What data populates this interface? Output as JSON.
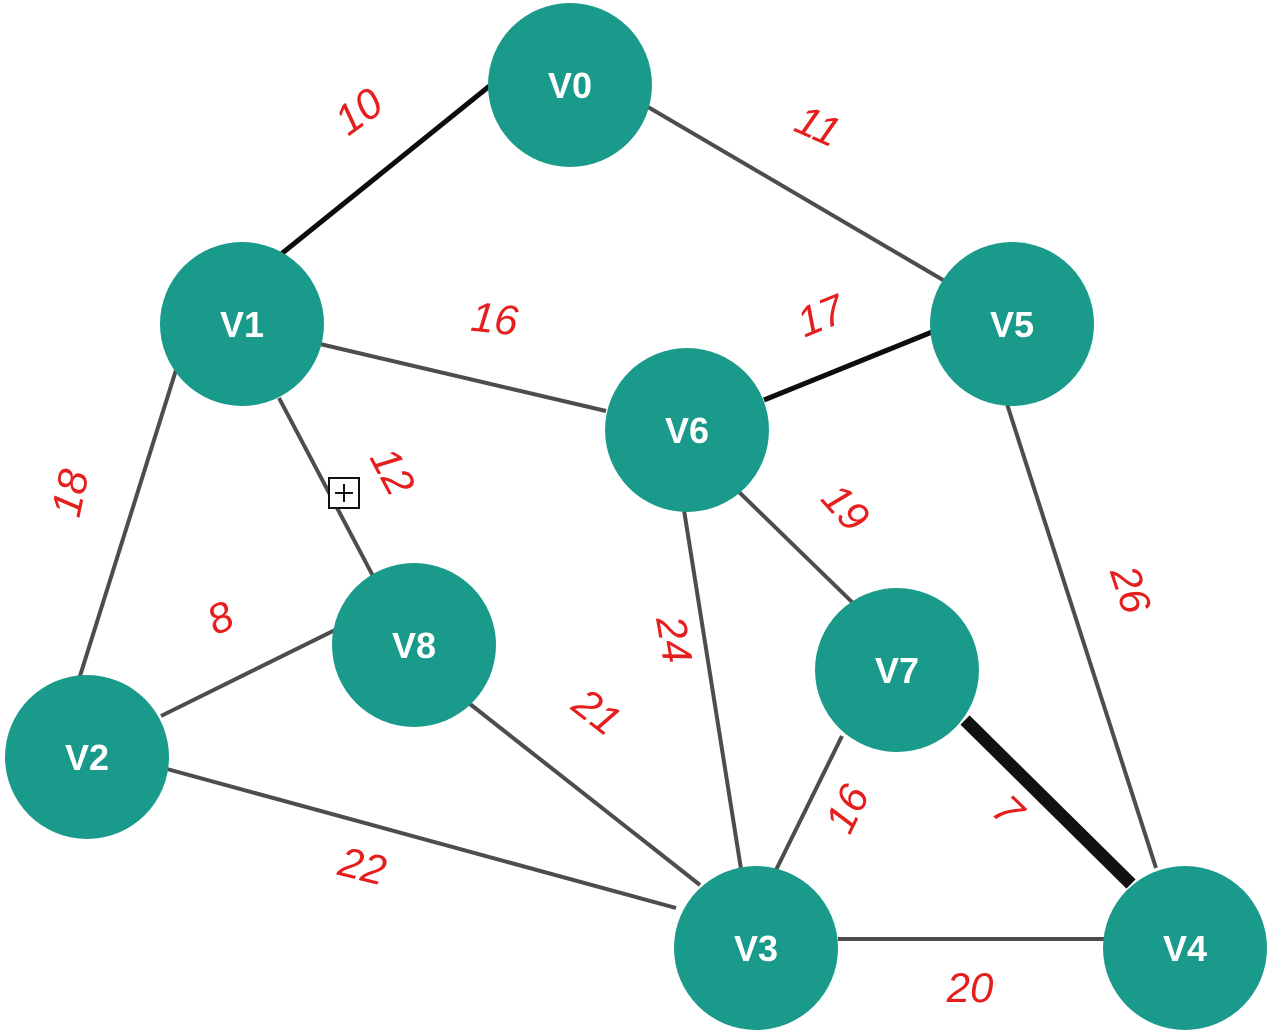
{
  "diagram": {
    "nodes": [
      {
        "id": "V0",
        "label": "V0"
      },
      {
        "id": "V1",
        "label": "V1"
      },
      {
        "id": "V2",
        "label": "V2"
      },
      {
        "id": "V3",
        "label": "V3"
      },
      {
        "id": "V4",
        "label": "V4"
      },
      {
        "id": "V5",
        "label": "V5"
      },
      {
        "id": "V6",
        "label": "V6"
      },
      {
        "id": "V7",
        "label": "V7"
      },
      {
        "id": "V8",
        "label": "V8"
      }
    ],
    "edges": [
      {
        "from": "V0",
        "to": "V1",
        "weight": "10"
      },
      {
        "from": "V0",
        "to": "V5",
        "weight": "11"
      },
      {
        "from": "V1",
        "to": "V6",
        "weight": "16"
      },
      {
        "from": "V5",
        "to": "V6",
        "weight": "17"
      },
      {
        "from": "V1",
        "to": "V2",
        "weight": "18"
      },
      {
        "from": "V1",
        "to": "V8",
        "weight": "12"
      },
      {
        "from": "V6",
        "to": "V7",
        "weight": "19"
      },
      {
        "from": "V5",
        "to": "V4",
        "weight": "26"
      },
      {
        "from": "V2",
        "to": "V8",
        "weight": "8"
      },
      {
        "from": "V6",
        "to": "V3",
        "weight": "24"
      },
      {
        "from": "V8",
        "to": "V3",
        "weight": "21"
      },
      {
        "from": "V7",
        "to": "V3",
        "weight": "16"
      },
      {
        "from": "V7",
        "to": "V4",
        "weight": "7"
      },
      {
        "from": "V2",
        "to": "V3",
        "weight": "22"
      },
      {
        "from": "V3",
        "to": "V4",
        "weight": "20"
      }
    ],
    "node_color": "#1a9a8a",
    "node_label_color": "#ffffff",
    "weight_color": "#e51e1e",
    "edge_color": "#4d4d4d"
  }
}
